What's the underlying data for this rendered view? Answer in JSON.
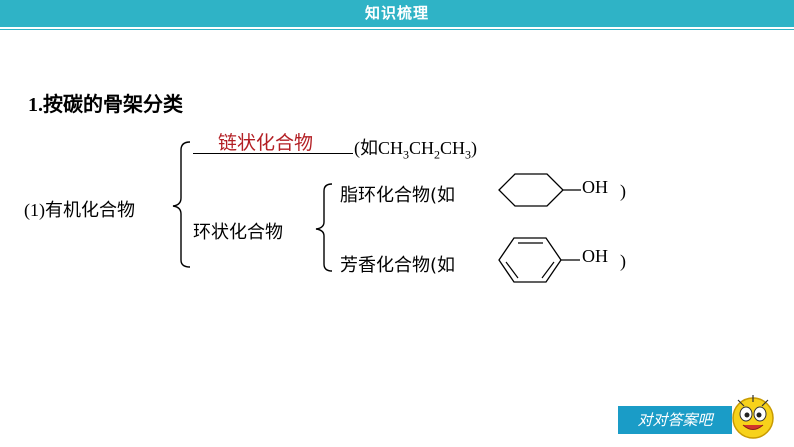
{
  "header": {
    "title": "知识梳理"
  },
  "section": {
    "heading_num": "1.",
    "heading_text": "按碳的骨架分类"
  },
  "tree": {
    "root": "(1)有机化合物",
    "chain_answer": "链状化合物",
    "chain_example_open": "(如CH",
    "chain_sub1": "3",
    "chain_mid1": "CH",
    "chain_sub2": "2",
    "chain_mid2": "CH",
    "chain_sub3": "3",
    "chain_example_close": ")",
    "cyclic": "环状化合物",
    "alicyclic_prefix": "脂环化合物(如",
    "aromatic_prefix": "芳香化合物(如",
    "oh_label": "OH",
    "close_paren": ")"
  },
  "footer": {
    "check_answers_label": "对对答案吧"
  }
}
